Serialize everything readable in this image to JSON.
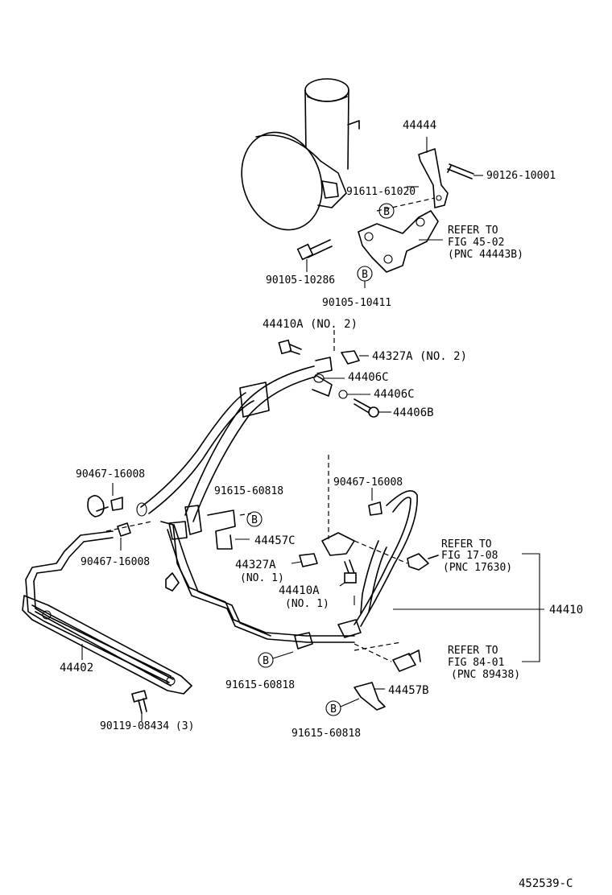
{
  "figure_code": "452539-C",
  "callout_letter": "B",
  "labels": {
    "p44444": "44444",
    "p90126_10001": "90126-10001",
    "p91611_61020": "91611-61020",
    "refer_1_line1": "REFER TO",
    "refer_1_line2": "FIG 45-02",
    "refer_1_line3": "(PNC 44443B)",
    "p90105_10286": "90105-10286",
    "p90105_10411": "90105-10411",
    "p44410A_no2": "44410A (NO. 2)",
    "p44327A_no2": "44327A (NO. 2)",
    "p44406C_a": "44406C",
    "p44406C_b": "44406C",
    "p44406B": "44406B",
    "p90467_left_top": "90467-16008",
    "p90467_left_bottom": "90467-16008",
    "p91615_top": "91615-60818",
    "p90467_right": "90467-16008",
    "p44457C": "44457C",
    "p44327A_no1_a": "44327A",
    "p44327A_no1_b": "(NO. 1)",
    "p44410A_no1_a": "44410A",
    "p44410A_no1_b": "(NO. 1)",
    "refer_2_line1": "REFER TO",
    "refer_2_line2": "FIG 17-08",
    "refer_2_line3": "(PNC 17630)",
    "p44410": "44410",
    "refer_3_line1": "REFER TO",
    "refer_3_line2": "FIG 84-01",
    "refer_3_line3": "(PNC 89438)",
    "p44402": "44402",
    "p91615_mid": "91615-60818",
    "p44457B": "44457B",
    "p90119_08434": "90119-08434 (3)",
    "p91615_bottom": "91615-60818"
  }
}
